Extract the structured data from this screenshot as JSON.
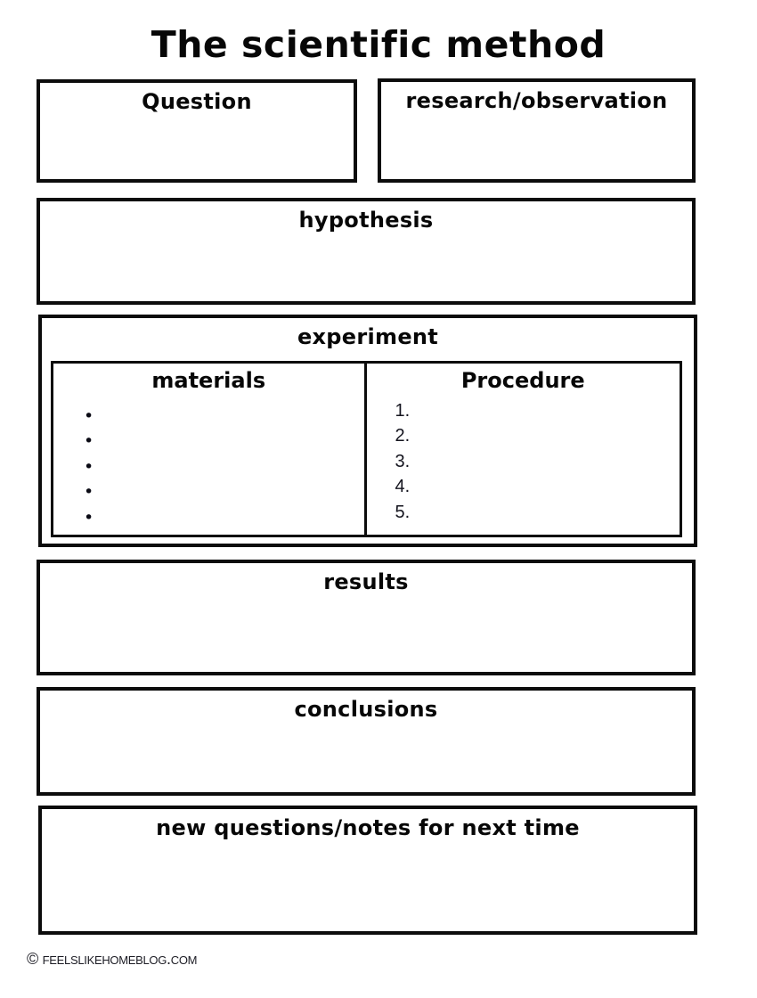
{
  "title": "The scientific method",
  "sections": {
    "question": {
      "label": "Question"
    },
    "research": {
      "label": "research/observation"
    },
    "hypothesis": {
      "label": "hypothesis"
    },
    "experiment": {
      "label": "experiment",
      "materials": {
        "label": "materials",
        "bullets": [
          "•",
          "•",
          "•",
          "•",
          "•"
        ]
      },
      "procedure": {
        "label": "Procedure",
        "numbers": [
          "1.",
          "2.",
          "3.",
          "4.",
          "5."
        ]
      }
    },
    "results": {
      "label": "results"
    },
    "conclusions": {
      "label": "conclusions"
    },
    "new_questions": {
      "label": "new questions/notes for next time"
    }
  },
  "footer": {
    "copyright": "© feelslikehomeblog.com"
  }
}
